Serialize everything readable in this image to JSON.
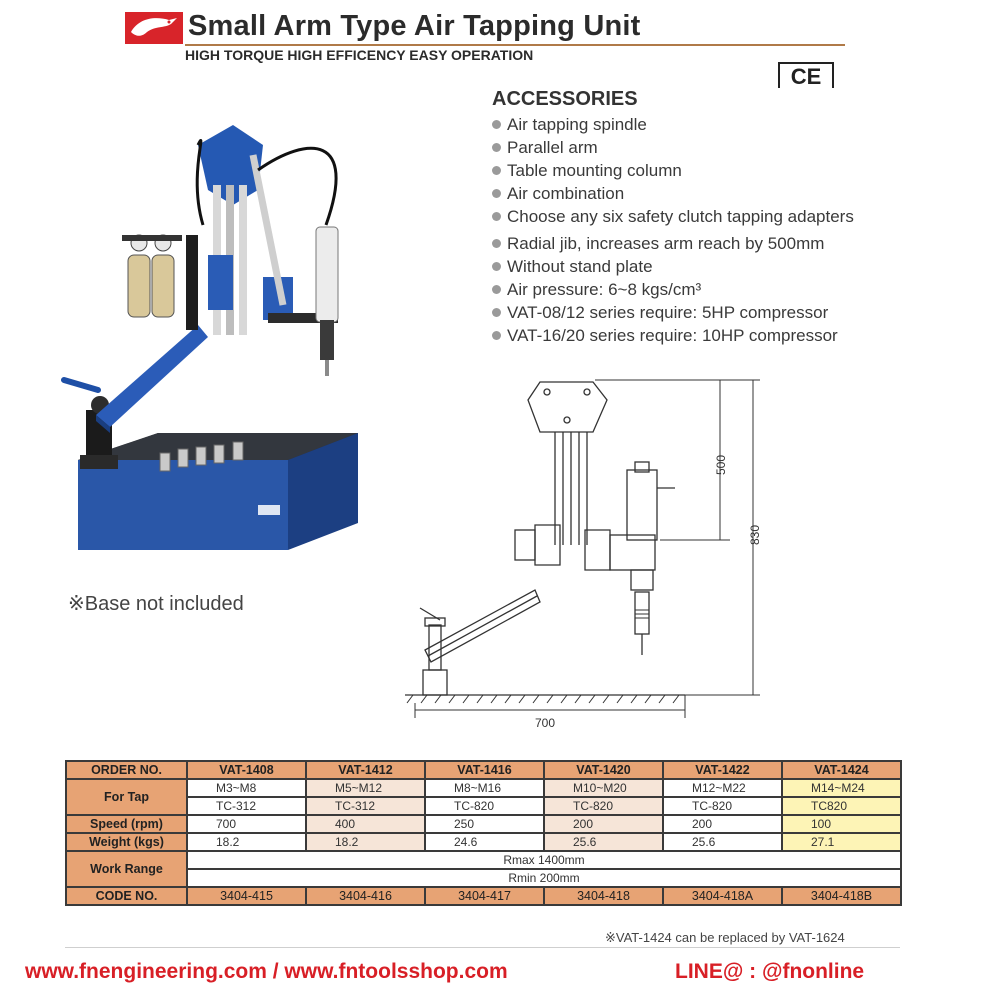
{
  "header": {
    "title": "Small Arm Type Air Tapping Unit",
    "subtitle": "HIGH TORQUE HIGH EFFICENCY EASY OPERATION",
    "ce_mark": "CE"
  },
  "accessories": {
    "heading": "ACCESSORIES",
    "items": [
      "Air tapping spindle",
      "Parallel arm",
      "Table mounting column",
      "Air combination",
      "Choose any six safety clutch tapping adapters",
      "Radial jib, increases arm reach by 500mm",
      "Without stand plate",
      "Air pressure: 6~8 kgs/cm³",
      "VAT-08/12 series require: 5HP compressor",
      "VAT-16/20 series require: 10HP compressor"
    ]
  },
  "photo": {
    "base_note": "※Base not included"
  },
  "drawing": {
    "dim_500": "500",
    "dim_830": "830",
    "dim_700": "700"
  },
  "table": {
    "order_label": "ORDER NO.",
    "models": [
      "VAT-1408",
      "VAT-1412",
      "VAT-1416",
      "VAT-1420",
      "VAT-1422",
      "VAT-1424"
    ],
    "for_tap_label": "For Tap",
    "tap_sizes": [
      "M3~M8",
      "M5~M12",
      "M8~M16",
      "M10~M20",
      "M12~M22",
      "M14~M24"
    ],
    "adapters": [
      "TC-312",
      "TC-312",
      "TC-820",
      "TC-820",
      "TC-820",
      "TC820"
    ],
    "speed_label": "Speed (rpm)",
    "speeds": [
      "700",
      "400",
      "250",
      "200",
      "200",
      "100"
    ],
    "weight_label": "Weight (kgs)",
    "weights": [
      "18.2",
      "18.2",
      "24.6",
      "25.6",
      "25.6",
      "27.1"
    ],
    "work_range_label": "Work Range",
    "rmax": "Rmax 1400mm",
    "rmin": "Rmin 200mm",
    "code_label": "CODE NO.",
    "codes": [
      "3404-415",
      "3404-416",
      "3404-417",
      "3404-418",
      "3404-418A",
      "3404-418B"
    ]
  },
  "notes": {
    "replace_note": "※VAT-1424  can be replaced by VAT-1624"
  },
  "footer": {
    "websites": "www.fnengineering.com / www.fntoolsshop.com",
    "line": "LINE@ : @fnonline"
  },
  "colors": {
    "brand_red": "#d81f26",
    "table_header": "#e7a374",
    "highlight_yellow": "#fdf4b6",
    "machine_blue": "#1f4ea3"
  }
}
